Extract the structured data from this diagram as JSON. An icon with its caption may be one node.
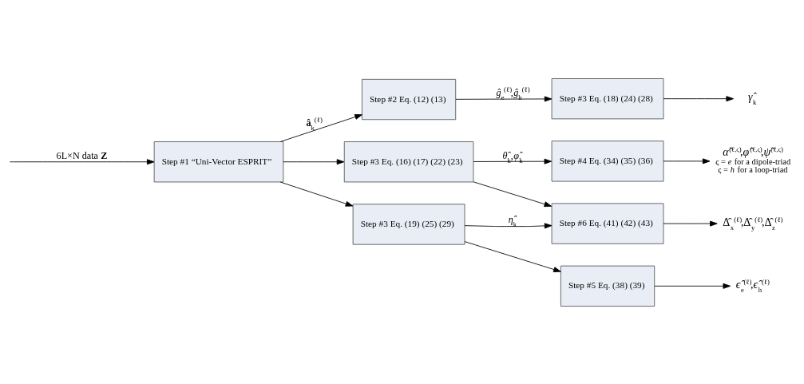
{
  "diagram": {
    "nodes": [
      {
        "text": [
          "Step #1 “Uni-Vector ESPRIT”"
        ]
      },
      {
        "text": [
          "Step #2 Eq. (12) (13)"
        ]
      },
      {
        "text": [
          "Step #3 Eq. (18) (24) (28)"
        ]
      },
      {
        "text": [
          "Step #3 Eq. (16) (17) (22) (23)"
        ]
      },
      {
        "text": [
          "Step #4 Eq. (34) (35) (36)"
        ]
      },
      {
        "text": [
          "Step #3 Eq. (19) (25) (29)"
        ]
      },
      {
        "text": [
          "Step #6 Eq. (41) (42) (43)"
        ]
      },
      {
        "text": [
          "Step #5 Eq. (38) (39)"
        ]
      },
      {
        "text": [
          "*γ̂*$_{k}$"
        ]
      },
      {
        "text": [
          "*α̂*$^{(ℓ,ς)}$,*φ̂*$^{(ℓ,ς)}$,*ψ̂*$^{(ℓ,ς)}$"
        ],
        "beside": [
          "ς = *e* for a dipole-triad",
          "ς = *h* for a loop-triad"
        ]
      },
      {
        "text": [
          "Δ̂$_{x}$$^{(ℓ)}$,Δ̂$_{y}$$^{(ℓ)}$,Δ̂$_{z}$$^{(ℓ)}$"
        ]
      },
      {
        "text": [
          "*ϵ̂*$_{e}$$^{(ℓ)}$,*ϵ̂*$_{h}$$^{(ℓ)}$"
        ]
      }
    ],
    "edges": [
      {
        "from": null,
        "to": 0,
        "arrow": "to",
        "label": "6L×N data **Z**"
      },
      {
        "from": 0,
        "to": 1,
        "arrow": "to",
        "label": "**â**$_{k}$$^{(ℓ)}$"
      },
      {
        "from": 0,
        "to": 3,
        "arrow": "to"
      },
      {
        "from": 0,
        "to": 5,
        "arrow": "to"
      },
      {
        "from": 1,
        "to": 2,
        "arrow": "to",
        "label": "*ĝ*$_{e}$$^{(ℓ)}$,*ĝ*$_{h}$$^{(ℓ)}$"
      },
      {
        "from": 2,
        "to": 8,
        "arrow": "to"
      },
      {
        "from": 3,
        "to": 4,
        "arrow": "to",
        "label": "*θ̂*$_{k}$,*φ̂*$_{k}$"
      },
      {
        "from": 3,
        "to": 6,
        "arrow": "to"
      },
      {
        "from": 5,
        "to": 6,
        "arrow": "to",
        "label": "*η̂*$_{k}$"
      },
      {
        "from": 5,
        "to": 7,
        "arrow": "to"
      },
      {
        "from": 4,
        "to": 9,
        "arrow": "to"
      },
      {
        "from": 6,
        "to": 10,
        "arrow": "to"
      },
      {
        "from": 7,
        "to": 11,
        "arrow": "to"
      }
    ]
  }
}
